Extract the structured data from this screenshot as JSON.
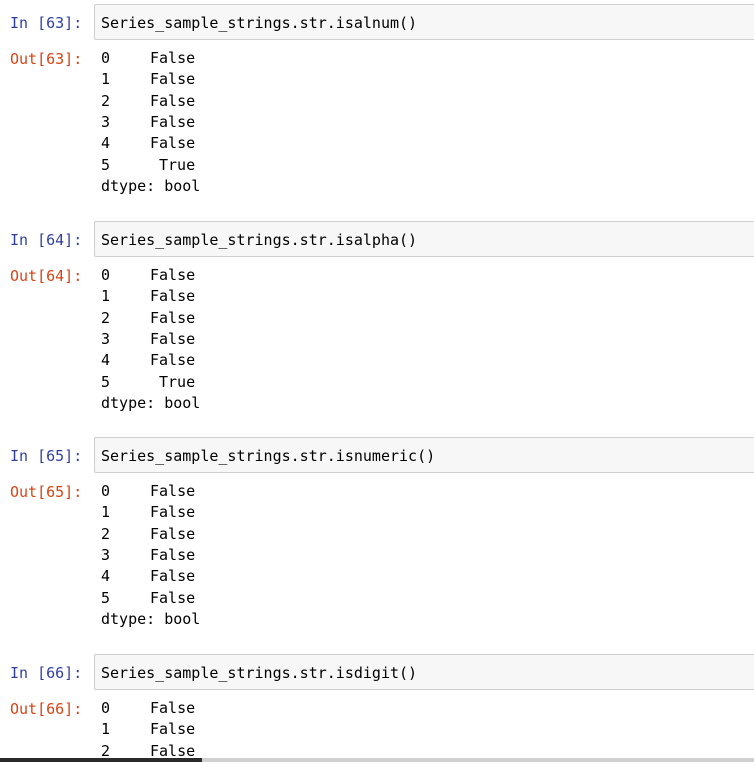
{
  "cells": [
    {
      "in_prompt": "In [63]:",
      "out_prompt": "Out[63]:",
      "code": "Series_sample_strings.str.isalnum()",
      "rows": [
        {
          "index": "0",
          "value": "False"
        },
        {
          "index": "1",
          "value": "False"
        },
        {
          "index": "2",
          "value": "False"
        },
        {
          "index": "3",
          "value": "False"
        },
        {
          "index": "4",
          "value": "False"
        },
        {
          "index": "5",
          "value": "True"
        }
      ],
      "dtype": "dtype: bool"
    },
    {
      "in_prompt": "In [64]:",
      "out_prompt": "Out[64]:",
      "code": "Series_sample_strings.str.isalpha()",
      "rows": [
        {
          "index": "0",
          "value": "False"
        },
        {
          "index": "1",
          "value": "False"
        },
        {
          "index": "2",
          "value": "False"
        },
        {
          "index": "3",
          "value": "False"
        },
        {
          "index": "4",
          "value": "False"
        },
        {
          "index": "5",
          "value": "True"
        }
      ],
      "dtype": "dtype: bool"
    },
    {
      "in_prompt": "In [65]:",
      "out_prompt": "Out[65]:",
      "code": "Series_sample_strings.str.isnumeric()",
      "rows": [
        {
          "index": "0",
          "value": "False"
        },
        {
          "index": "1",
          "value": "False"
        },
        {
          "index": "2",
          "value": "False"
        },
        {
          "index": "3",
          "value": "False"
        },
        {
          "index": "4",
          "value": "False"
        },
        {
          "index": "5",
          "value": "False"
        }
      ],
      "dtype": "dtype: bool"
    },
    {
      "in_prompt": "In [66]:",
      "out_prompt": "Out[66]:",
      "code": "Series_sample_strings.str.isdigit()",
      "rows": [
        {
          "index": "0",
          "value": "False"
        },
        {
          "index": "1",
          "value": "False"
        },
        {
          "index": "2",
          "value": "False"
        }
      ],
      "dtype": ""
    }
  ]
}
